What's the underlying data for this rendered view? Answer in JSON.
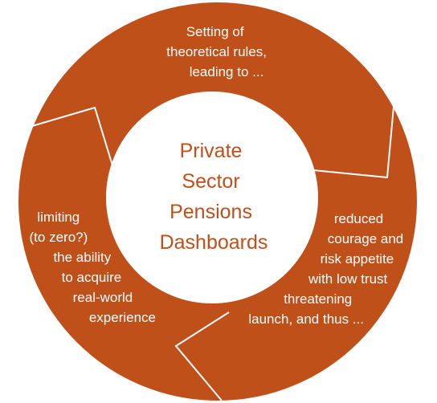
{
  "colors": {
    "ring": "#c0501a",
    "divider": "#ffffff",
    "center_fill": "#ffffff",
    "center_text": "#c0501a",
    "segment_text": "#ffffff"
  },
  "center": {
    "lines": [
      "Private",
      "Sector",
      "Pensions",
      "Dashboards"
    ]
  },
  "segments": {
    "top": {
      "lines": [
        "Setting of",
        "theoretical rules,",
        "leading to ..."
      ]
    },
    "right": {
      "lines": [
        "reduced",
        "courage and",
        "risk appetite",
        "with low trust",
        "threatening",
        "launch, and thus ..."
      ]
    },
    "left": {
      "lines": [
        "limiting",
        "(to zero?)",
        "the ability",
        "to acquire",
        "real-world",
        "experience"
      ]
    }
  }
}
